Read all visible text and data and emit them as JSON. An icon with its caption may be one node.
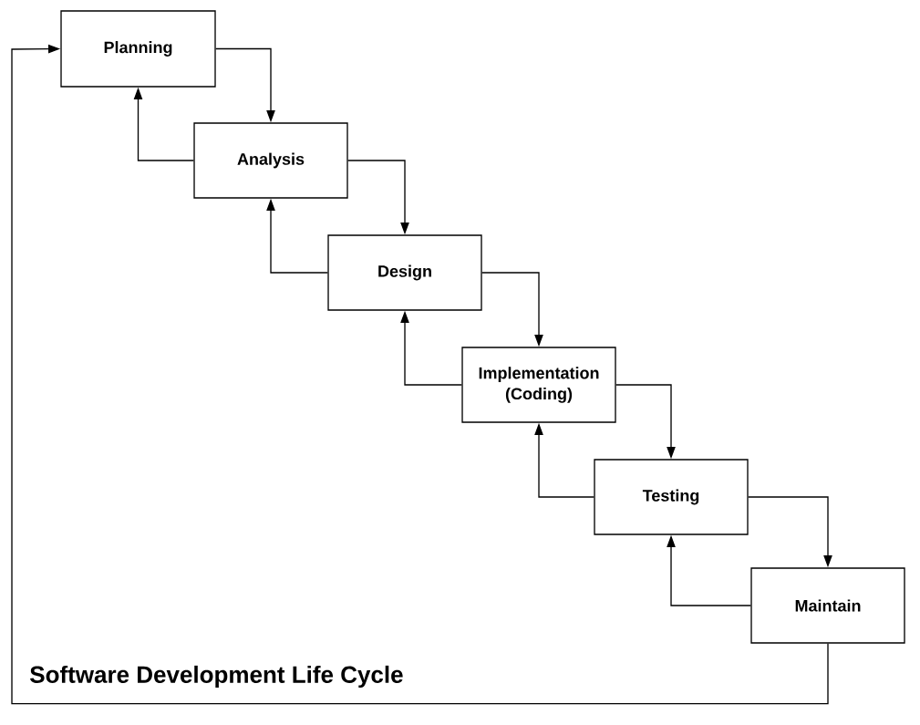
{
  "diagram": {
    "title": "Software Development Life Cycle",
    "nodes": [
      {
        "text": [
          "Planning"
        ]
      },
      {
        "text": [
          "Analysis"
        ]
      },
      {
        "text": [
          "Design"
        ]
      },
      {
        "text": [
          "Implementation (Coding)"
        ]
      },
      {
        "text": [
          "Testing"
        ]
      },
      {
        "text": [
          "Maintain"
        ]
      }
    ],
    "edges": [
      {
        "from": 0,
        "to": 1,
        "arrow": "to"
      },
      {
        "from": 1,
        "to": 2,
        "arrow": "to"
      },
      {
        "from": 2,
        "to": 3,
        "arrow": "to"
      },
      {
        "from": 3,
        "to": 4,
        "arrow": "to"
      },
      {
        "from": 4,
        "to": 5,
        "arrow": "to"
      },
      {
        "from": 1,
        "to": 0,
        "arrow": "to"
      },
      {
        "from": 2,
        "to": 1,
        "arrow": "to"
      },
      {
        "from": 3,
        "to": 2,
        "arrow": "to"
      },
      {
        "from": 4,
        "to": 3,
        "arrow": "to"
      },
      {
        "from": 5,
        "to": 4,
        "arrow": "to"
      },
      {
        "from": 5,
        "to": 0,
        "arrow": "to"
      }
    ]
  }
}
